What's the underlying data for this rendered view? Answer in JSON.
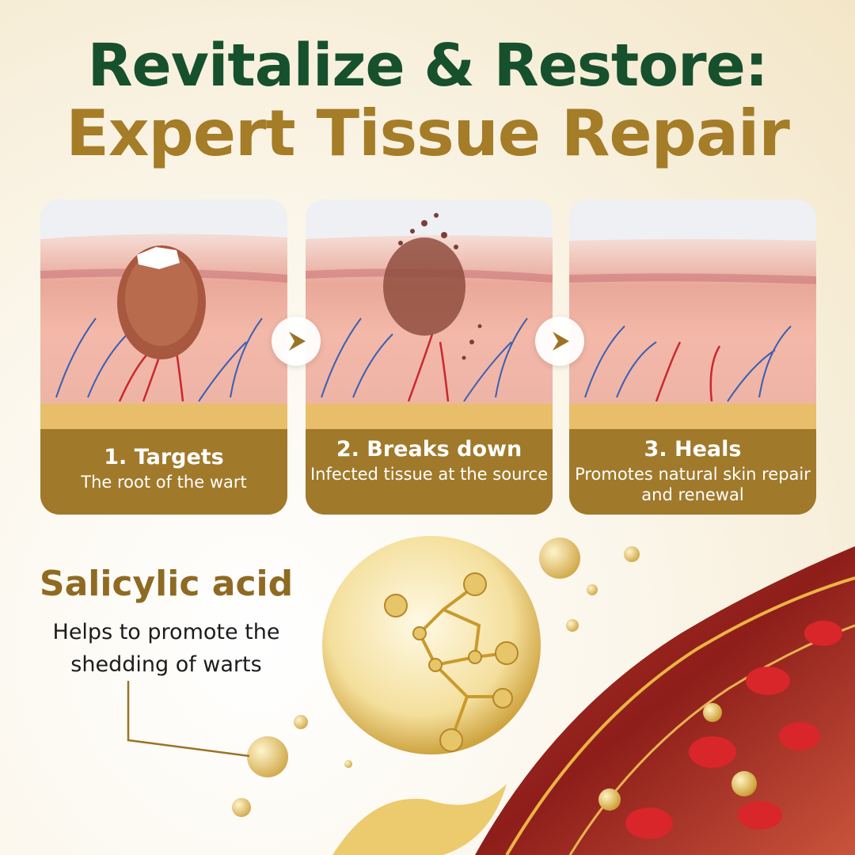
{
  "headline": {
    "line1": "Revitalize & Restore:",
    "line2": "Expert Tissue Repair"
  },
  "steps": [
    {
      "title": "1. Targets",
      "description": "The root of the wart"
    },
    {
      "title": "2. Breaks down",
      "description": "Infected tissue at the source"
    },
    {
      "title": "3. Heals",
      "description": "Promotes natural skin repair and renewal"
    }
  ],
  "ingredient": {
    "name": "Salicylic acid",
    "description": "Helps to promote the shedding of warts"
  },
  "colors": {
    "headline_green": "#17502c",
    "headline_gold": "#a57c27",
    "caption_bar": "#a0792a",
    "ingredient_gold": "#8f6a22"
  },
  "icons": [
    "chevron-right-icon",
    "molecule-icon"
  ]
}
